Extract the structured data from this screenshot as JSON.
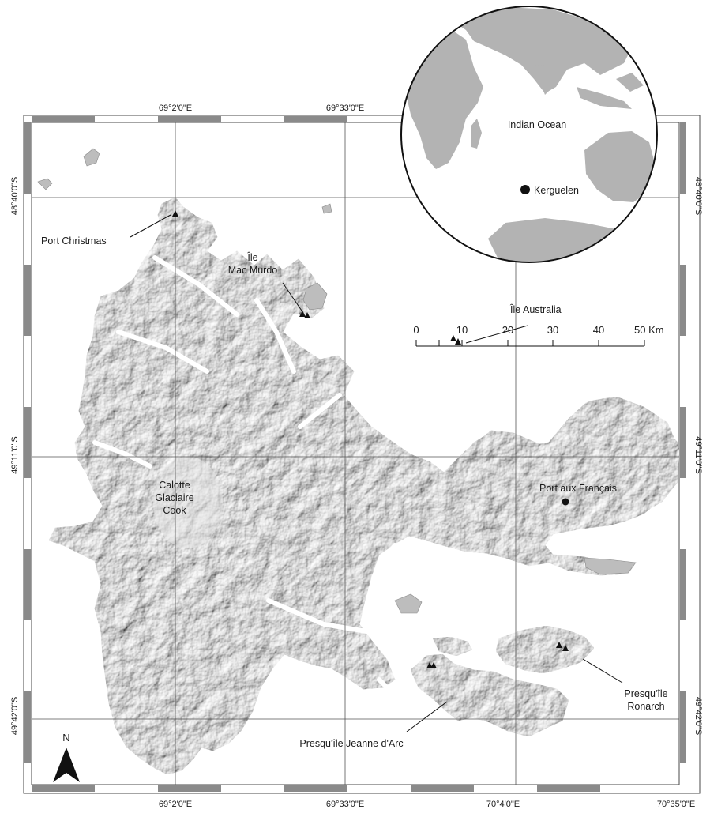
{
  "map": {
    "coordinates": {
      "lon_top": [
        "69°2'0\"E",
        "69°33'0\"E"
      ],
      "lon_bottom": [
        "69°2'0\"E",
        "69°33'0\"E",
        "70°4'0\"E",
        "70°35'0\"E"
      ],
      "lat_left": [
        "48°40'0\"S",
        "49°11'0\"S",
        "49°42'0\"S"
      ],
      "lat_right": [
        "48°40'0\"S",
        "49°11'0\"S",
        "49°42'0\"S"
      ]
    },
    "places": {
      "port_christmas": "Port Christmas",
      "ile_mac_murdo_1": "Île",
      "ile_mac_murdo_2": "Mac Murdo",
      "calotte_1": "Calotte",
      "calotte_2": "Glaciaire",
      "calotte_3": "Cook",
      "port_aux_francais": "Port aux Français",
      "ile_australia": "Île Australia",
      "ronarch_1": "Presqu'île",
      "ronarch_2": "Ronarch",
      "jeanne_darc": "Presqu'île Jeanne d'Arc"
    },
    "north_arrow": {
      "label": "N",
      "icon": "north-arrow-icon"
    },
    "scale_bar": {
      "ticks": [
        "0",
        "10",
        "20",
        "30",
        "40",
        "50 Km"
      ]
    },
    "inset": {
      "ocean_label": "Indian Ocean",
      "point_label": "Kerguelen"
    },
    "colors": {
      "land": "#bdbdbd",
      "land_shade": "#9a9a9a",
      "inset_land": "#b3b3b3",
      "frame": "#4a4a4a"
    }
  }
}
